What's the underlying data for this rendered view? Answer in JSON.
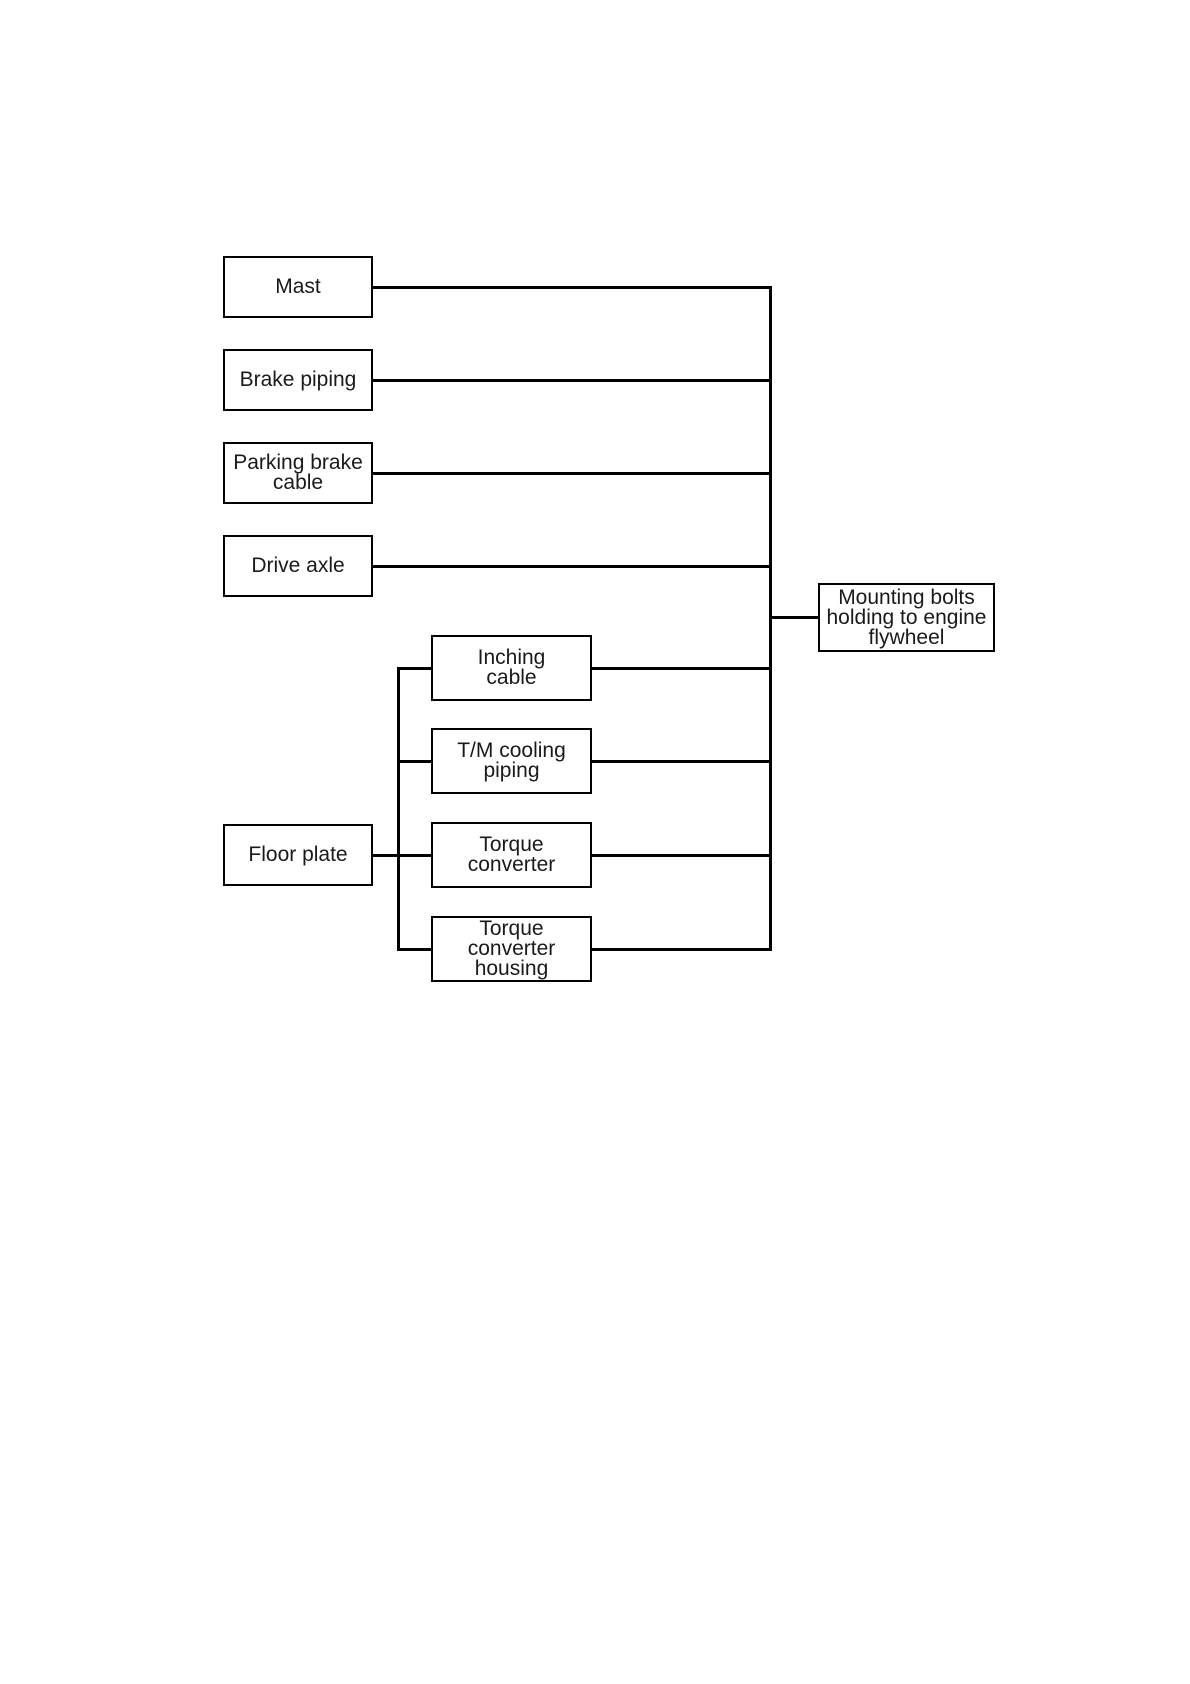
{
  "diagram": {
    "nodes": {
      "mast": {
        "label": "Mast"
      },
      "brake_piping": {
        "label": "Brake piping"
      },
      "parking_brake_cable": {
        "label": "Parking brake\ncable"
      },
      "drive_axle": {
        "label": "Drive axle"
      },
      "floor_plate": {
        "label": "Floor plate"
      },
      "inching_cable": {
        "label": "Inching\ncable"
      },
      "tm_cooling_piping": {
        "label": "T/M cooling\npiping"
      },
      "torque_converter": {
        "label": "Torque\nconverter"
      },
      "torque_converter_housing": {
        "label": "Torque\nconverter\nhousing"
      },
      "mounting_bolts": {
        "label": "Mounting bolts\nholding to engine\nflywheel"
      }
    },
    "edges": [
      [
        "mast",
        "mounting_bolts"
      ],
      [
        "brake_piping",
        "mounting_bolts"
      ],
      [
        "parking_brake_cable",
        "mounting_bolts"
      ],
      [
        "drive_axle",
        "mounting_bolts"
      ],
      [
        "floor_plate",
        "torque_converter"
      ],
      [
        "floor_plate",
        "inching_cable"
      ],
      [
        "floor_plate",
        "tm_cooling_piping"
      ],
      [
        "floor_plate",
        "torque_converter_housing"
      ],
      [
        "inching_cable",
        "mounting_bolts"
      ],
      [
        "tm_cooling_piping",
        "mounting_bolts"
      ],
      [
        "torque_converter",
        "mounting_bolts"
      ],
      [
        "torque_converter_housing",
        "mounting_bolts"
      ]
    ],
    "colors": {
      "line": "#000000",
      "box_border": "#000000",
      "background": "#ffffff",
      "text": "#1a1a1a"
    }
  }
}
